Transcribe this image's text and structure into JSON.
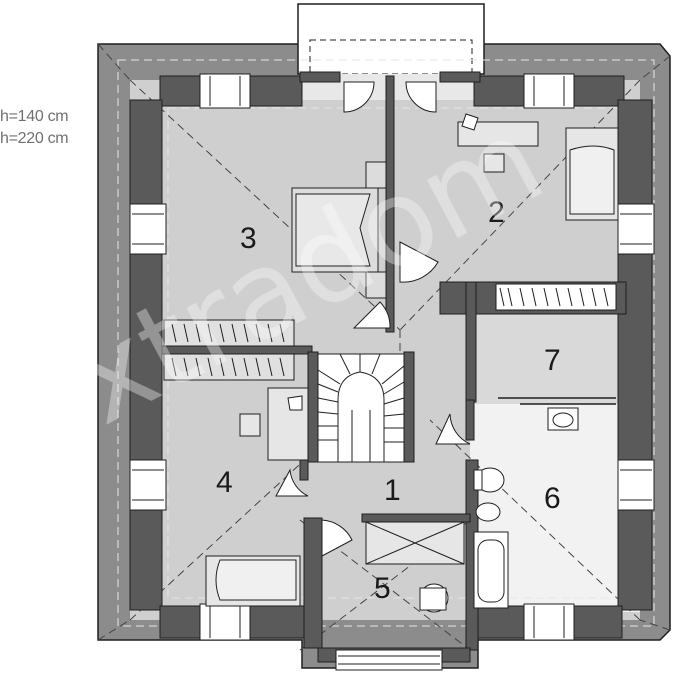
{
  "legend": {
    "height_low": "h=140 cm",
    "height_high": "h=220 cm"
  },
  "rooms": [
    {
      "id": "1",
      "label": "1"
    },
    {
      "id": "2",
      "label": "2"
    },
    {
      "id": "3",
      "label": "3"
    },
    {
      "id": "4",
      "label": "4"
    },
    {
      "id": "5",
      "label": "5"
    },
    {
      "id": "6",
      "label": "6"
    },
    {
      "id": "7",
      "label": "7"
    }
  ],
  "watermark": "extradom",
  "colors": {
    "roof": "#8c8c8c",
    "wall": "#5a5a5a",
    "floor": "#cfcfcf",
    "floor_light": "#f2f2f2",
    "line": "#1f1f1f"
  }
}
